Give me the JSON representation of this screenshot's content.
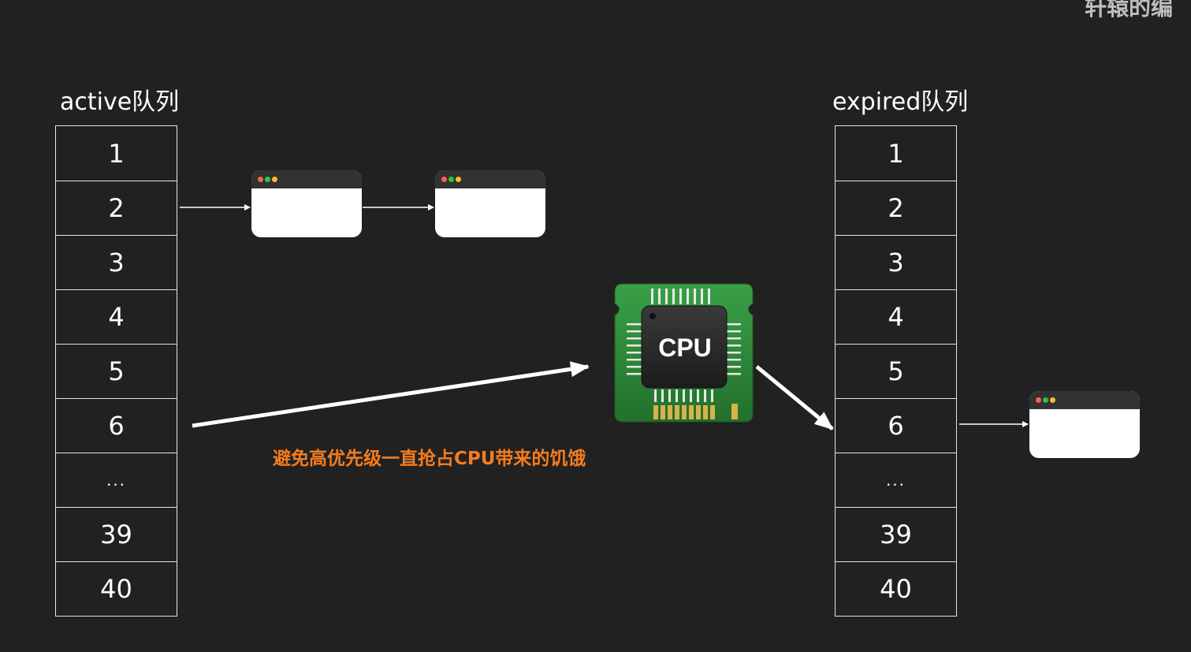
{
  "watermark": "轩辕的编",
  "active": {
    "title": "active队列",
    "cells": [
      "1",
      "2",
      "3",
      "4",
      "5",
      "6",
      "...",
      "39",
      "40"
    ]
  },
  "expired": {
    "title": "expired队列",
    "cells": [
      "1",
      "2",
      "3",
      "4",
      "5",
      "6",
      "...",
      "39",
      "40"
    ]
  },
  "cpu": {
    "label": "CPU"
  },
  "caption": "避免高优先级一直抢占CPU带来的饥饿",
  "colors": {
    "background": "#212121",
    "caption": "#f47c1e",
    "chip_green": "#2f8a3a"
  },
  "icons": {
    "process_window": "window-icon",
    "processor": "cpu-chip-icon"
  }
}
